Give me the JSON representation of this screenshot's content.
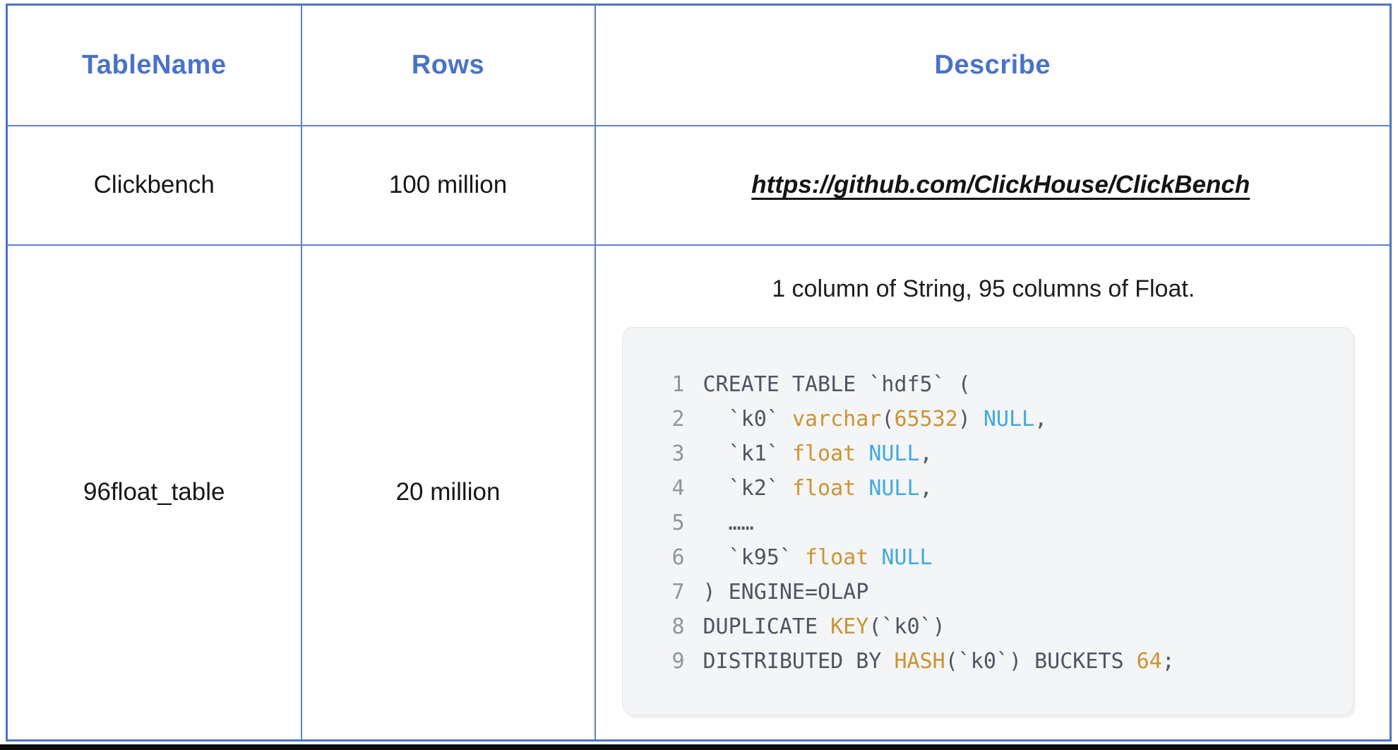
{
  "table": {
    "headers": [
      "TableName",
      "Rows",
      "Describe"
    ],
    "rows": [
      {
        "name": "Clickbench",
        "rows_count": "100 million",
        "describe_link": "https://github.com/ClickHouse/ClickBench"
      },
      {
        "name": "96float_table",
        "rows_count": "20 million",
        "describe_text": "1 column of String, 95 columns of Float."
      }
    ]
  },
  "code_block": {
    "lines": [
      {
        "n": "1",
        "segs": [
          [
            "p",
            "CREATE TABLE `hdf5` ("
          ]
        ]
      },
      {
        "n": "2",
        "segs": [
          [
            "p",
            "  `k0` "
          ],
          [
            "o",
            "varchar"
          ],
          [
            "p",
            "("
          ],
          [
            "o",
            "65532"
          ],
          [
            "p",
            ") "
          ],
          [
            "b",
            "NULL"
          ],
          [
            "p",
            ","
          ]
        ]
      },
      {
        "n": "3",
        "segs": [
          [
            "p",
            "  `k1` "
          ],
          [
            "o",
            "float"
          ],
          [
            "p",
            " "
          ],
          [
            "b",
            "NULL"
          ],
          [
            "p",
            ","
          ]
        ]
      },
      {
        "n": "4",
        "segs": [
          [
            "p",
            "  `k2` "
          ],
          [
            "o",
            "float"
          ],
          [
            "p",
            " "
          ],
          [
            "b",
            "NULL"
          ],
          [
            "p",
            ","
          ]
        ]
      },
      {
        "n": "5",
        "segs": [
          [
            "p",
            "  ……"
          ]
        ]
      },
      {
        "n": "6",
        "segs": [
          [
            "p",
            "  `k95` "
          ],
          [
            "o",
            "float"
          ],
          [
            "p",
            " "
          ],
          [
            "b",
            "NULL"
          ]
        ]
      },
      {
        "n": "7",
        "segs": [
          [
            "p",
            ") ENGINE=OLAP"
          ]
        ]
      },
      {
        "n": "8",
        "segs": [
          [
            "p",
            "DUPLICATE "
          ],
          [
            "o",
            "KEY"
          ],
          [
            "p",
            "(`k0`)"
          ]
        ]
      },
      {
        "n": "9",
        "segs": [
          [
            "p",
            "DISTRIBUTED BY "
          ],
          [
            "o",
            "HASH"
          ],
          [
            "p",
            "(`k0`) BUCKETS "
          ],
          [
            "o",
            "64"
          ],
          [
            "p",
            ";"
          ]
        ]
      }
    ]
  },
  "colors": {
    "header_text_blue": "#4a72c8",
    "table_border_blue": "#5b82cf",
    "table_outer_border_blue": "#4d74c6",
    "body_text": "#161616",
    "code_plain": "#4e5461",
    "code_keyword_orange": "#cb9433",
    "code_null_blue": "#3fa9e0",
    "code_line_number_gray": "#8f959f",
    "code_background": "#f4f5f6",
    "bottom_bar_black": "#0b0b0b"
  }
}
